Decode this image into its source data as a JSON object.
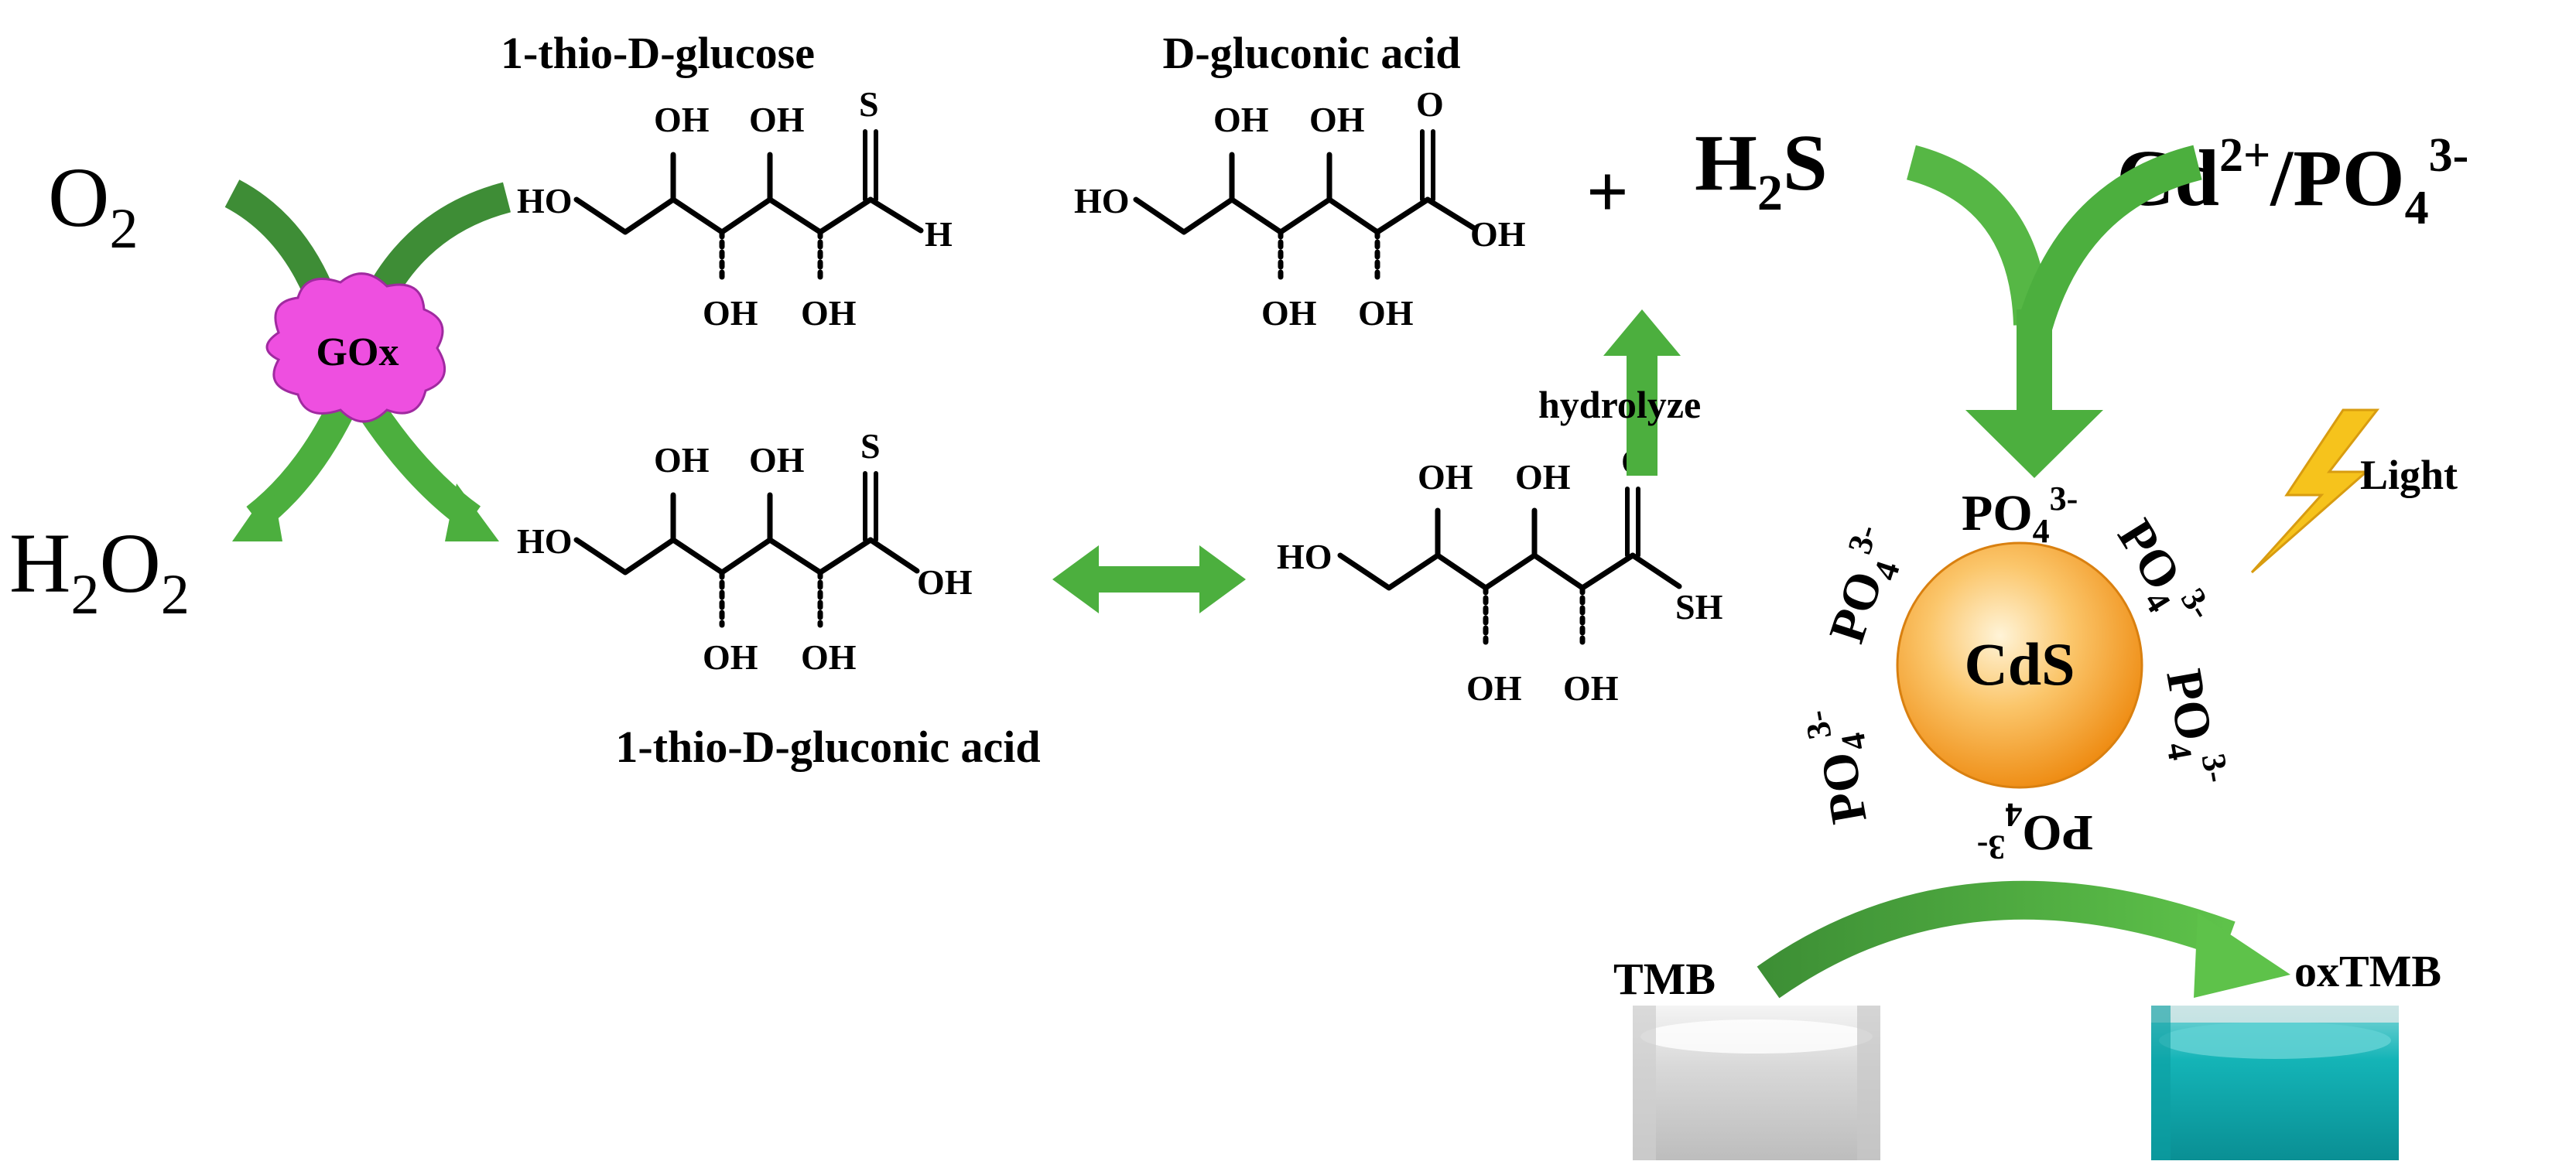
{
  "labels": {
    "thio_glucose": "1-thio-D-glucose",
    "gluconic_acid": "D-gluconic acid",
    "thio_gluconic_acid": "1-thio-D-gluconic acid",
    "hydrolyze": "hydrolyze",
    "light": "Light",
    "gox": "GOx",
    "cds": "CdS",
    "tmb": "TMB",
    "oxtmb": "oxTMB",
    "plus": "+"
  },
  "species": {
    "o2_main": "O",
    "o2_sub": "2",
    "h2o2_h1": "H",
    "h2o2_sub1": "2",
    "h2o2_o": "O",
    "h2o2_sub2": "2",
    "h2s_h": "H",
    "h2s_sub": "2",
    "h2s_s": "S",
    "cd_main": "Cd",
    "cd_sup": "2+",
    "slash": "/",
    "po_main": "PO",
    "po_sub": "4",
    "po_sup": "3-"
  },
  "atoms": {
    "ho": "HO",
    "oh": "OH",
    "s": "S",
    "h": "H",
    "o": "O",
    "sh": "SH"
  },
  "colors": {
    "arrow_green": "#4caf3e",
    "arrow_dark": "#3a8f2e",
    "gox_fill": "#ee4fe0",
    "cds_center": "#fff2d0",
    "cds_edge": "#f29a1e",
    "lightning": "#f6c31c",
    "oxtmb_liquid": "#12b3b6",
    "tmb_liquid": "#e6e6e6"
  },
  "icons": [
    "lightning-icon",
    "vial-tmb-photo",
    "vial-oxtmb-photo"
  ]
}
